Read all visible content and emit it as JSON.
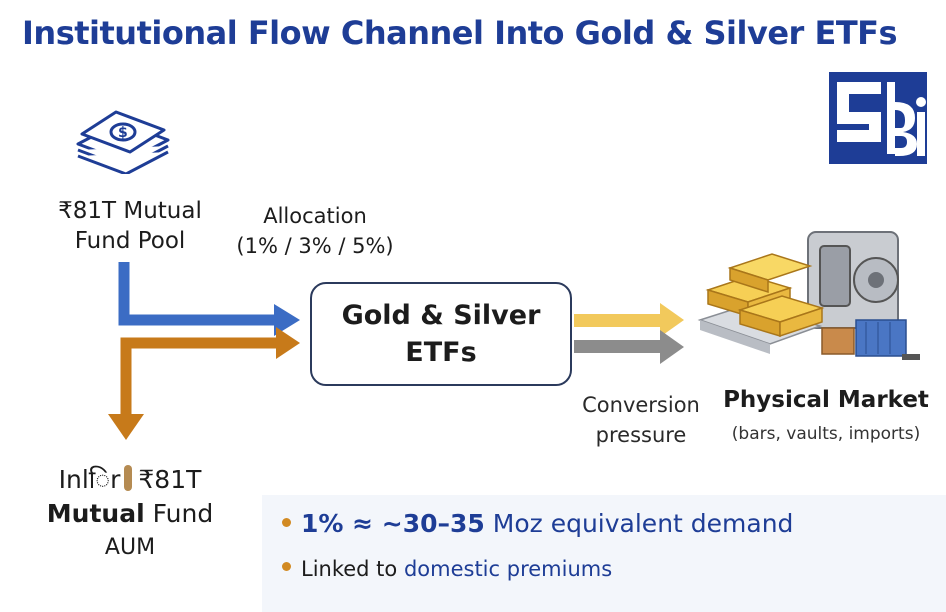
{
  "title": "Institutional Flow Channel Into Gold & Silver ETFs",
  "logo": {
    "text": "SEBI",
    "color": "#1e3d96"
  },
  "pool": {
    "line1": "₹81T Mutual",
    "line2": "Fund Pool",
    "icon": "money-stack-icon"
  },
  "allocation": {
    "line1": "Allocation",
    "line2": "(1% / 3% / 5%)"
  },
  "etf": {
    "line1": "Gold & Silver",
    "line2": "ETFs"
  },
  "conversion": {
    "line1": "Conversion",
    "line2": "pressure"
  },
  "physical": {
    "title": "Physical Market",
    "subtitle": "(bars, vaults, imports)",
    "icon": "gold-bars-vault-icon"
  },
  "aum": {
    "prefix": "Inlिr",
    "amount": "₹81T",
    "mutual": "Mutual",
    "fund": "Fund",
    "line3": "AUM"
  },
  "bullets": {
    "b1": {
      "strong": "1% ≈ ~30–35",
      "rest": " Moz equivalent demand"
    },
    "b2": {
      "lead": "Linked to ",
      "highlight": "domestic premiums"
    }
  },
  "colors": {
    "title": "#1e3d96",
    "blue_arrow": "#3b6cc4",
    "orange_arrow": "#c77a1a",
    "gold_arrow": "#f2c95c",
    "grey_arrow": "#8c8c8c",
    "bullet": "#d28a22"
  }
}
